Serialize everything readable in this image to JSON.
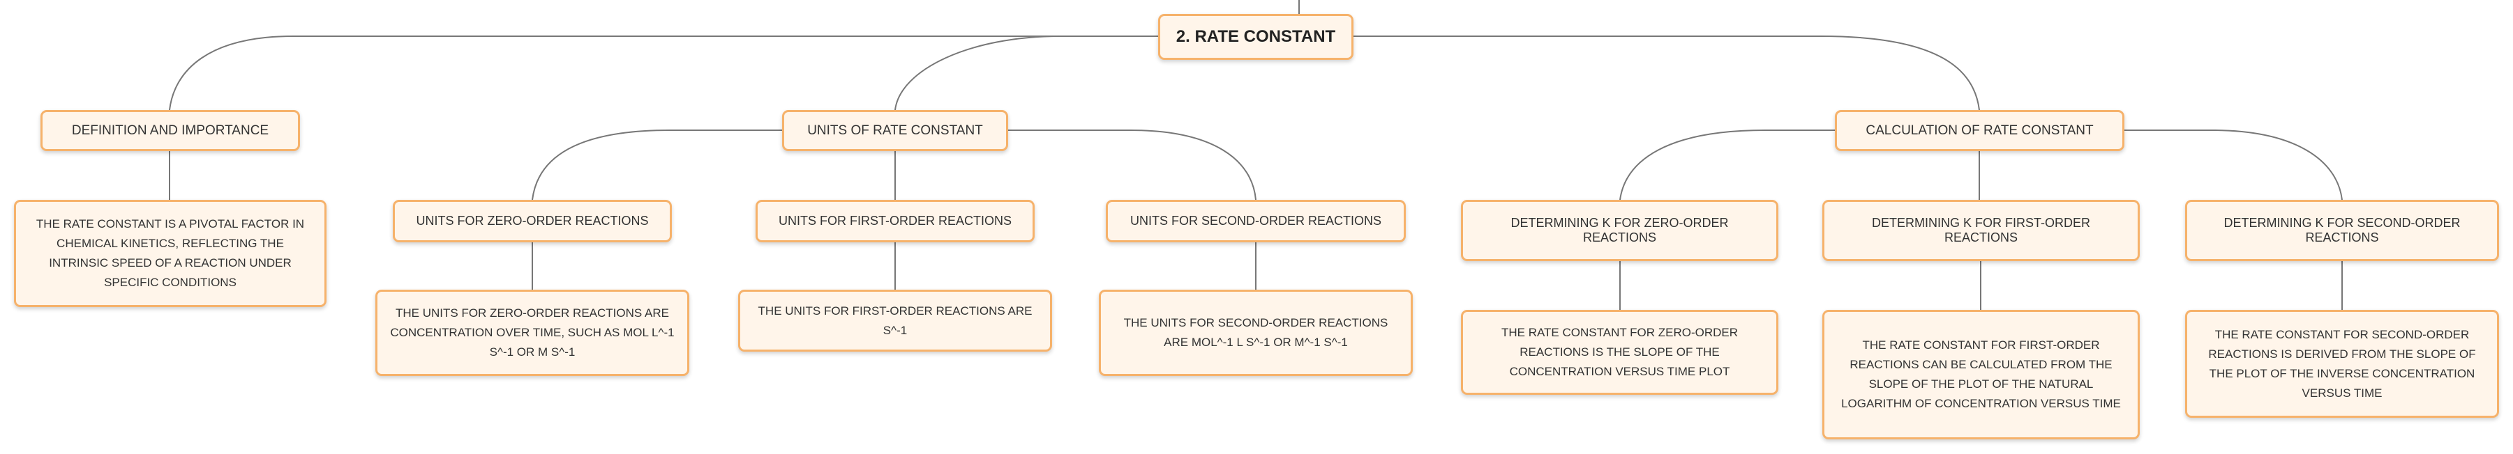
{
  "root": {
    "label": "2. RATE CONSTANT"
  },
  "definition": {
    "label": "DEFINITION AND IMPORTANCE",
    "detail": "THE RATE CONSTANT IS A PIVOTAL FACTOR IN CHEMICAL KINETICS, REFLECTING THE INTRINSIC SPEED OF A REACTION UNDER SPECIFIC CONDITIONS"
  },
  "units": {
    "label": "UNITS OF RATE CONSTANT",
    "zero": {
      "label": "UNITS FOR ZERO-ORDER REACTIONS",
      "detail": "THE UNITS FOR ZERO-ORDER REACTIONS ARE CONCENTRATION OVER TIME, SUCH AS MOL L^-1 S^-1 OR M S^-1"
    },
    "first": {
      "label": "UNITS FOR FIRST-ORDER REACTIONS",
      "detail": "THE UNITS FOR FIRST-ORDER REACTIONS ARE S^-1"
    },
    "second": {
      "label": "UNITS FOR SECOND-ORDER REACTIONS",
      "detail": "THE UNITS FOR SECOND-ORDER REACTIONS ARE MOL^-1 L S^-1 OR M^-1 S^-1"
    }
  },
  "calculation": {
    "label": "CALCULATION OF RATE CONSTANT",
    "zero": {
      "label": "DETERMINING K FOR ZERO-ORDER REACTIONS",
      "detail": "THE RATE CONSTANT FOR ZERO-ORDER REACTIONS IS THE SLOPE OF THE CONCENTRATION VERSUS TIME PLOT"
    },
    "first": {
      "label": "DETERMINING K FOR FIRST-ORDER REACTIONS",
      "detail": "THE RATE CONSTANT FOR FIRST-ORDER REACTIONS CAN BE CALCULATED FROM THE SLOPE OF THE PLOT OF THE NATURAL LOGARITHM OF CONCENTRATION VERSUS TIME"
    },
    "second": {
      "label": "DETERMINING K FOR SECOND-ORDER REACTIONS",
      "detail": "THE RATE CONSTANT FOR SECOND-ORDER REACTIONS IS DERIVED FROM THE SLOPE OF THE PLOT OF THE INVERSE CONCENTRATION VERSUS TIME"
    }
  },
  "colors": {
    "border": "#f6b26b",
    "fill": "#fff5ea",
    "line": "#777777"
  }
}
